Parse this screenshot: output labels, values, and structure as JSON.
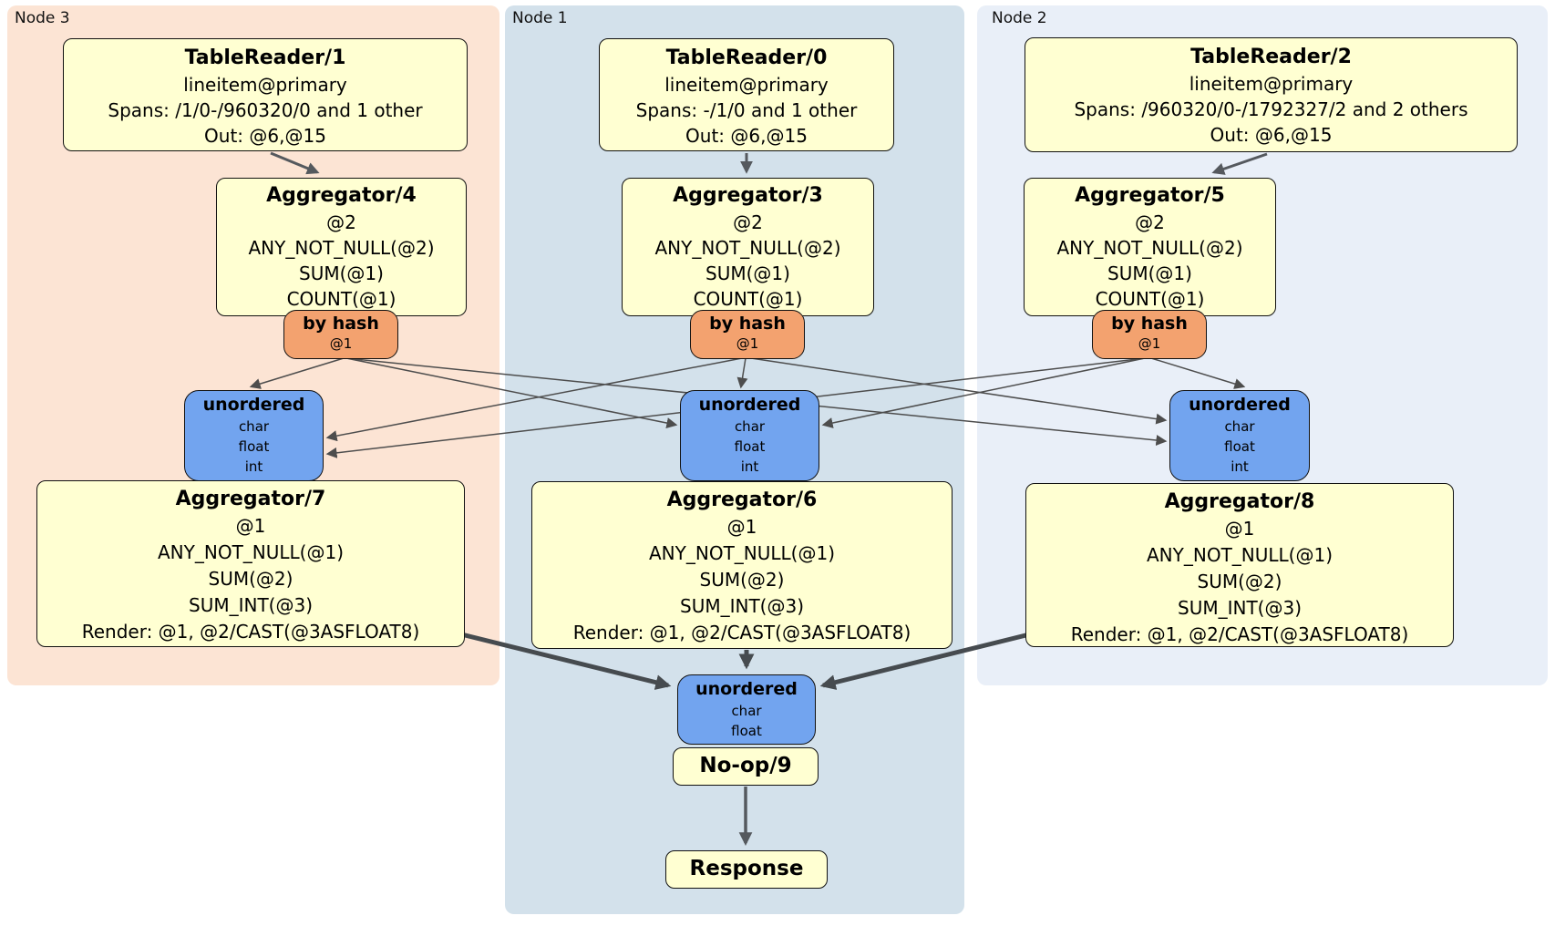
{
  "panels": {
    "node3": {
      "label": "Node 3"
    },
    "node1": {
      "label": "Node 1"
    },
    "node2": {
      "label": "Node 2"
    }
  },
  "nodes": {
    "tr1": {
      "title": "TableReader/1",
      "lines": [
        "lineitem@primary",
        "Spans: /1/0-/960320/0 and 1 other",
        "Out: @6,@15"
      ]
    },
    "tr0": {
      "title": "TableReader/0",
      "lines": [
        "lineitem@primary",
        "Spans: -/1/0 and 1 other",
        "Out: @6,@15"
      ]
    },
    "tr2": {
      "title": "TableReader/2",
      "lines": [
        "lineitem@primary",
        "Spans: /960320/0-/1792327/2 and 2 others",
        "Out: @6,@15"
      ]
    },
    "agg4": {
      "title": "Aggregator/4",
      "lines": [
        "@2",
        "ANY_NOT_NULL(@2)",
        "SUM(@1)",
        "COUNT(@1)"
      ]
    },
    "agg3": {
      "title": "Aggregator/3",
      "lines": [
        "@2",
        "ANY_NOT_NULL(@2)",
        "SUM(@1)",
        "COUNT(@1)"
      ]
    },
    "agg5": {
      "title": "Aggregator/5",
      "lines": [
        "@2",
        "ANY_NOT_NULL(@2)",
        "SUM(@1)",
        "COUNT(@1)"
      ]
    },
    "hashL": {
      "title": "by hash",
      "lines": [
        "@1"
      ]
    },
    "hashM": {
      "title": "by hash",
      "lines": [
        "@1"
      ]
    },
    "hashR": {
      "title": "by hash",
      "lines": [
        "@1"
      ]
    },
    "unordL": {
      "title": "unordered",
      "lines": [
        "char",
        "float",
        "int"
      ]
    },
    "unordM": {
      "title": "unordered",
      "lines": [
        "char",
        "float",
        "int"
      ]
    },
    "unordR": {
      "title": "unordered",
      "lines": [
        "char",
        "float",
        "int"
      ]
    },
    "agg7": {
      "title": "Aggregator/7",
      "lines": [
        "@1",
        "ANY_NOT_NULL(@1)",
        "SUM(@2)",
        "SUM_INT(@3)",
        "Render: @1, @2/CAST(@3ASFLOAT8)"
      ]
    },
    "agg6": {
      "title": "Aggregator/6",
      "lines": [
        "@1",
        "ANY_NOT_NULL(@1)",
        "SUM(@2)",
        "SUM_INT(@3)",
        "Render: @1, @2/CAST(@3ASFLOAT8)"
      ]
    },
    "agg8": {
      "title": "Aggregator/8",
      "lines": [
        "@1",
        "ANY_NOT_NULL(@1)",
        "SUM(@2)",
        "SUM_INT(@3)",
        "Render: @1, @2/CAST(@3ASFLOAT8)"
      ]
    },
    "unordB": {
      "title": "unordered",
      "lines": [
        "char",
        "float"
      ]
    },
    "noop": {
      "title": "No-op/9"
    },
    "response": {
      "title": "Response"
    }
  },
  "colors": {
    "panel_node3": "#fce4d4",
    "panel_node1": "#d3e1eb",
    "panel_node2": "#e9eff8",
    "box_yellow": "#ffffd2",
    "router_orange": "#f3a26f",
    "sync_blue": "#72a4ef",
    "edge_thin": "#4d4d4d",
    "edge_thick": "#464b4f"
  }
}
